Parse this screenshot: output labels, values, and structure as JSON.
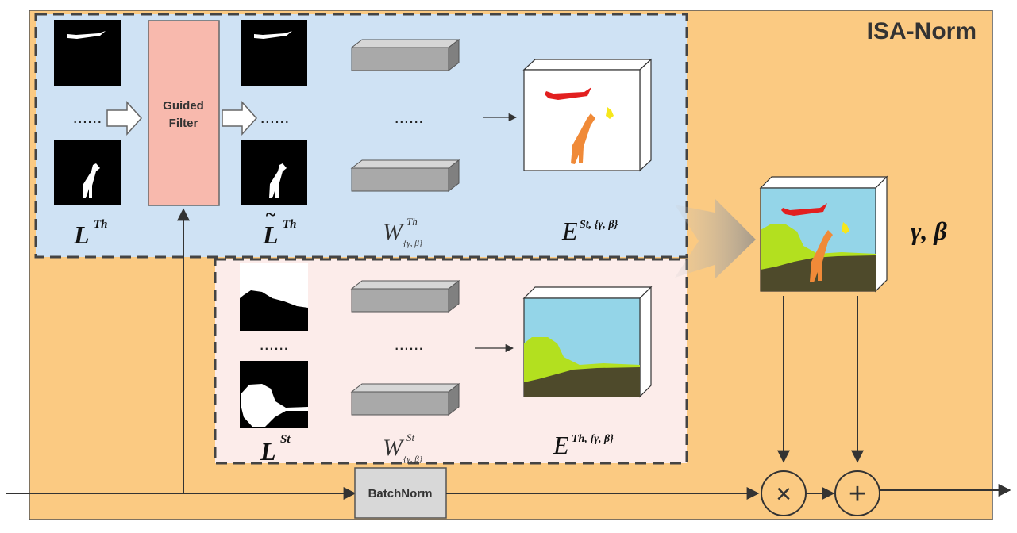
{
  "title": "ISA-Norm",
  "guided_filter": {
    "line1": "Guided",
    "line2": "Filter"
  },
  "batchnorm_label": "BatchNorm",
  "ellipsis": "......",
  "top_labels": {
    "L_th": {
      "base": "L",
      "sup": "Th"
    },
    "L_tilde_th": {
      "base": "L",
      "sup": "Th"
    },
    "W_th": {
      "base": "W",
      "sup": "Th",
      "sub": "{γ, β}"
    },
    "E_st": {
      "base": "E",
      "sup": "St, {γ, β}"
    }
  },
  "bottom_labels": {
    "L_st": {
      "base": "L",
      "sup": "St"
    },
    "W_st": {
      "base": "W",
      "sup": "St",
      "sub": "{γ, β}"
    },
    "E_th": {
      "base": "E",
      "sup": "Th, {γ, β}"
    }
  },
  "gamma_beta": "γ, β",
  "operators": {
    "multiply": "×",
    "add": "+"
  },
  "colors": {
    "outer_bg": "#fbca82",
    "top_panel": "#cfe2f4",
    "bottom_panel": "#fcecea",
    "guided_filter": "#f8b9ad",
    "batchnorm": "#d8d8d8",
    "bar": "#a9a9a9",
    "sky": "#94d5e8",
    "grass": "#b3e01f",
    "ground": "#4e4a2b",
    "plane": "#e21f1f",
    "giraffe": "#f08a38",
    "yellow": "#f6e71c"
  }
}
